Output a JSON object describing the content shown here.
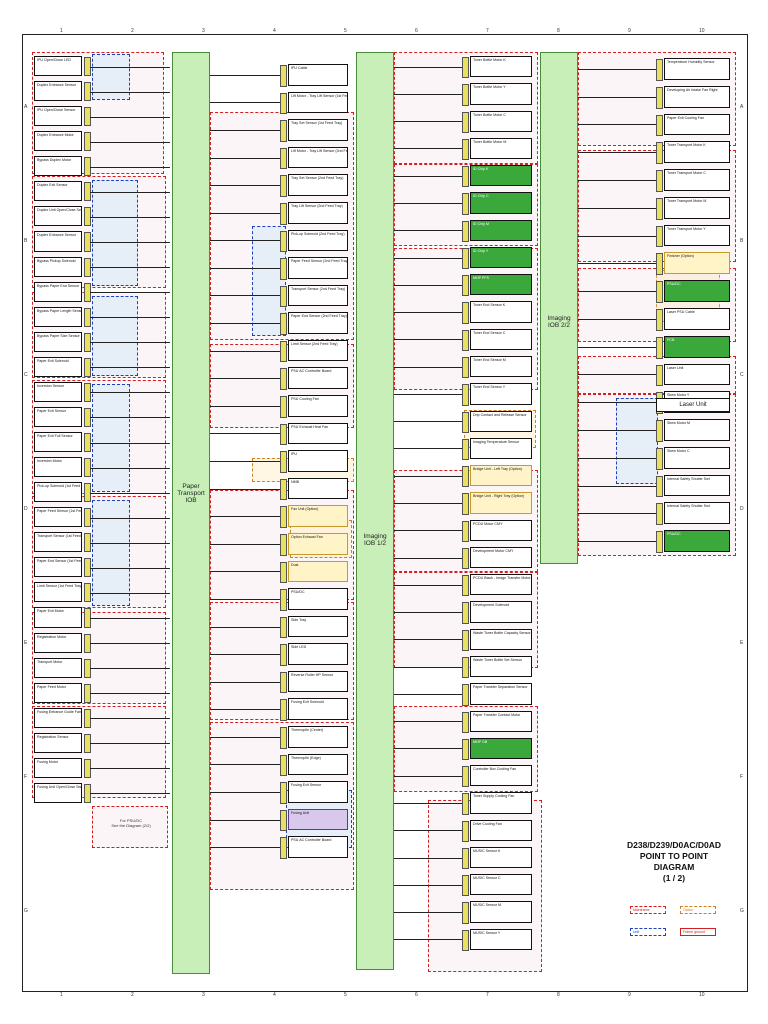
{
  "title": {
    "line1": "D238/D239/D0AC/D0AD",
    "line2": "POINT TO POINT DIAGRAM",
    "line3": "(1 / 2)"
  },
  "legend": {
    "red": "Mainframe",
    "orange": "Option",
    "blue": "Unit",
    "note": "Frame ground"
  },
  "column_numbers": [
    "1",
    "2",
    "3",
    "4",
    "5",
    "6",
    "7",
    "8",
    "9",
    "10"
  ],
  "row_letters": [
    "A",
    "B",
    "C",
    "D",
    "E",
    "F",
    "G"
  ],
  "boards": {
    "paper_transport": "Paper\nTransport\nIOB",
    "imaging_1": "Imaging\nIOB\n1/2",
    "imaging_2": "Imaging\nIOB\n2/2",
    "laser_unit": "Laser Unit"
  },
  "left_components": [
    "IPU Open/Close LED",
    "Duplex Entrance Sensor",
    "IPU Open/Close Sensor",
    "Duplex Entrance Motor",
    "Bypass Duplex Motor",
    "Duplex Exit Sensor",
    "Duplex Unit Open/Close Sensor",
    "Duplex Entrance Sensor",
    "Bypass Pickup Solenoid",
    "Bypass Paper End Sensor",
    "Bypass Paper Length Sensor",
    "Bypass Paper Size Sensor",
    "Paper Exit Solenoid",
    "Inversion Sensor",
    "Paper Exit Sensor",
    "Paper Exit Full Sensor",
    "Inversion Motor",
    "Pick-up Solenoid (1st Feed Tray)",
    "Paper Feed Sensor (1st Feed Tray)",
    "Transport Sensor (1st Feed Tray)",
    "Paper End Sensor (1st Feed Tray)",
    "Limit Sensor (1st Feed Tray)",
    "Paper Exit Motor",
    "Registration Motor",
    "Transport Motor",
    "Paper Feed Motor",
    "Fusing Entrance Guide Fan",
    "Registration Sensor",
    "Fusing Motor",
    "Fusing Unit Open/Close Switch"
  ],
  "middle_components": [
    "IPU Cable",
    "Lift Motor - Tray Lift Sensor (1st Feed Tray)",
    "Tray Set Sensor (1st Feed Tray)",
    "Lift Motor - Tray Lift Sensor (2nd Feed Tray)",
    "Tray Set Sensor (2nd Feed Tray)",
    "Tray Lift Sensor (2nd Feed Tray)",
    "Pick-up Solenoid (2nd Feed Tray)",
    "Paper Feed Sensor (2nd Feed Tray)",
    "Transport Sensor (2nd Feed Tray)",
    "Paper End Sensor (2nd Feed Tray)",
    "Limit Sensor (2nd Feed Tray)",
    "PSU AC Controller Board",
    "PSU Cooling Fan",
    "PSU Exhaust Heat Fan",
    "IPU",
    "NMB",
    "Fax Unit (Option)",
    "Option Exhaust Fan",
    "Dust",
    "PSU/DC",
    "Side Tray",
    "Side LED",
    "Reverse Roller HP Sensor",
    "Fusing Exit Solenoid",
    "Thermopile (Center)",
    "Thermopile (Edge)",
    "Fusing Exit Sensor",
    "Fusing Unit",
    "PSU AC Controller Board"
  ],
  "imaging_components": [
    "Toner Bottle Motor K",
    "Toner Bottle Motor Y",
    "Toner Bottle Motor C",
    "Toner Bottle Motor M",
    "ID Chip K",
    "ID Chip C",
    "ID Chip M",
    "ID Chip Y",
    "MHP PFS",
    "Toner End Sensor K",
    "Toner End Sensor C",
    "Toner End Sensor M",
    "Toner End Sensor Y",
    "Drip Contact and Release Sensor",
    "Imaging Temperature Sensor",
    "Bridge Unit - Left Tray (Option)",
    "Bridge Unit - Right Tray (Option)",
    "PCDU Motor CMY",
    "Development Motor CMY",
    "PCDU Black - Image Transfer Motor",
    "Development Solenoid",
    "Waste Toner Bottle Capacity Sensor",
    "Waste Toner Bottle Set Sensor",
    "Paper Transfer Separation Sensor",
    "Paper Transfer Contact Motor",
    "MHP OB",
    "Controller Box Cooling Fan",
    "Toner Supply Cooling Fan",
    "Drive Cooling Fan",
    "MUSIC Sensor K",
    "MUSIC Sensor C",
    "MUSIC Sensor M",
    "MUSIC Sensor Y"
  ],
  "right_components": [
    "Temperature Humidity Sensor",
    "Developing Air Intake Fan Right",
    "Paper Exit Cooling Fan",
    "Toner Transport Motor K",
    "Toner Transport Motor C",
    "Toner Transport Motor M",
    "Toner Transport Motor Y",
    "Finisher (Option)",
    "PSU/DC",
    "Laser PSU Cable",
    "PCB",
    "Laser Unit",
    "Skew Motor Y",
    "Skew Motor M",
    "Skew Motor C",
    "Internal Safety Shutter Swt",
    "Internal Safety Shutter Swt",
    "PSU/DC"
  ],
  "notes": {
    "psu_ref": "For PSU/DC\nSee the Diagram (2/2)"
  }
}
